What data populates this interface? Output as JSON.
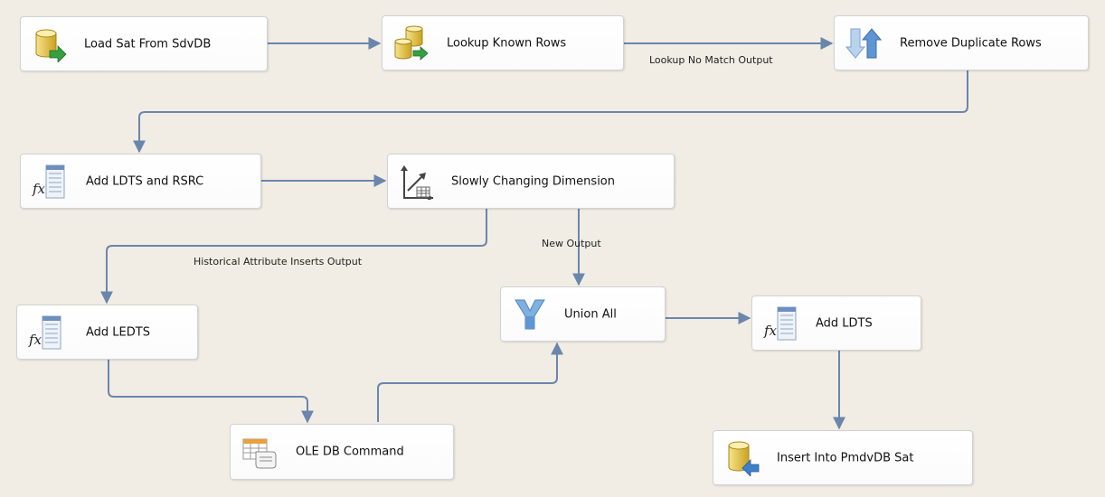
{
  "colors": {
    "background": "#f1ede4",
    "connector": "#6b86ad",
    "node_border": "#d2d2d2"
  },
  "nodes": {
    "load_sat": {
      "label": "Load Sat From SdvDB",
      "icon": "database-source-icon"
    },
    "lookup": {
      "label": "Lookup Known Rows",
      "icon": "lookup-icon"
    },
    "remove_dup": {
      "label": "Remove Duplicate Rows",
      "icon": "sort-icon"
    },
    "add_ldts_rsrc": {
      "label": "Add LDTS and RSRC",
      "icon": "derived-column-icon"
    },
    "scd": {
      "label": "Slowly Changing Dimension",
      "icon": "scd-icon"
    },
    "add_ledts": {
      "label": "Add LEDTS",
      "icon": "derived-column-icon"
    },
    "union_all": {
      "label": "Union All",
      "icon": "union-all-icon"
    },
    "add_ldts": {
      "label": "Add LDTS",
      "icon": "derived-column-icon"
    },
    "ole_db": {
      "label": "OLE DB Command",
      "icon": "ole-db-command-icon"
    },
    "insert_sat": {
      "label": "Insert Into PmdvDB Sat",
      "icon": "database-destination-icon"
    }
  },
  "edge_labels": {
    "lookup_no_match": "Lookup No Match Output",
    "historical": "Historical Attribute Inserts Output",
    "new_output": "New Output"
  }
}
